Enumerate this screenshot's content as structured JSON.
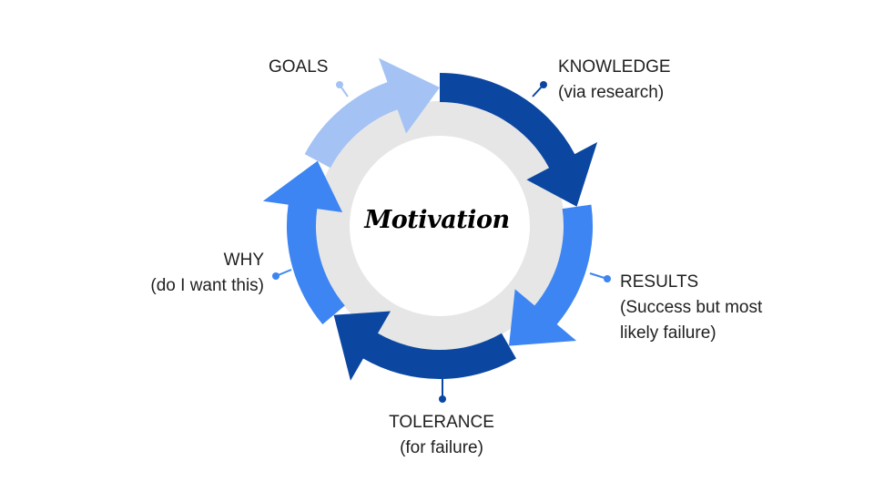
{
  "center_title": "Motivation",
  "nodes": [
    {
      "id": "goals",
      "lines": [
        "GOALS"
      ],
      "color": "#a4c2f4"
    },
    {
      "id": "knowledge",
      "lines": [
        "KNOWLEDGE",
        "(via research)"
      ],
      "color": "#0b47a1"
    },
    {
      "id": "results",
      "lines": [
        "RESULTS",
        "(Success but most",
        "likely failure)"
      ],
      "color": "#3c85f2"
    },
    {
      "id": "tolerance",
      "lines": [
        "TOLERANCE",
        "(for failure)"
      ],
      "color": "#0b47a1"
    },
    {
      "id": "why",
      "lines": [
        "WHY",
        "(do I want this)"
      ],
      "color": "#3c85f2"
    }
  ],
  "colors": {
    "inner_ring": "#e6e6e6",
    "goals_arrow": "#a4c2f4",
    "knowledge_arrow": "#0b47a1",
    "results_arrow": "#3c85f2",
    "tolerance_arrow": "#0b47a1",
    "why_arrow": "#3c85f2",
    "text": "#1f1f1f"
  }
}
